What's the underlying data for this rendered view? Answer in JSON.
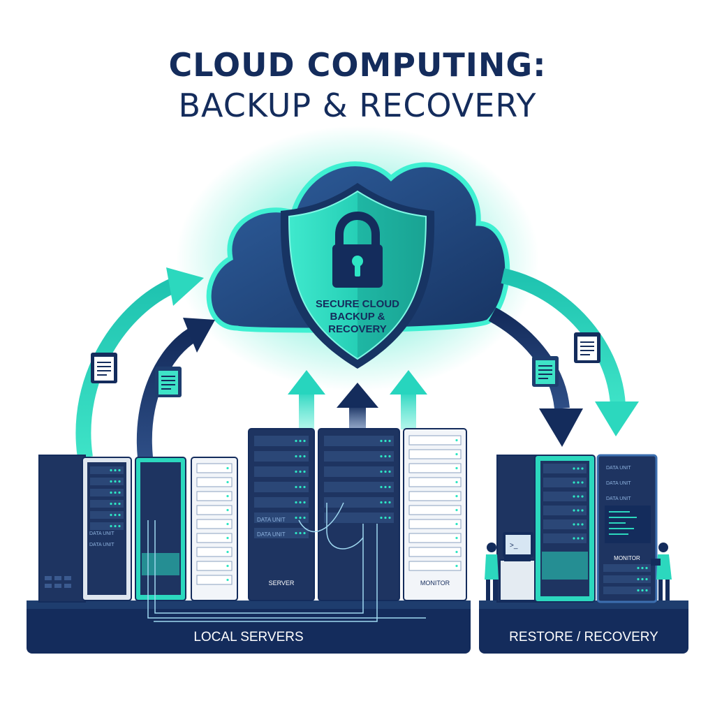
{
  "title": {
    "line1": "CLOUD COMPUTING:",
    "line2": "BACKUP & RECOVERY"
  },
  "cloud": {
    "shield_lines": [
      "SECURE CLOUD",
      "BACKUP &",
      "RECOVERY"
    ],
    "icon": "padlock-icon"
  },
  "local": {
    "label": "LOCAL SERVERS",
    "rack_labels": [
      "DATA UNIT",
      "DATA UNIT",
      "DATA UNIT",
      "DATA UNIT"
    ],
    "server_label": "SERVER",
    "monitor_label": "MONITOR"
  },
  "restore": {
    "label": "RESTORE / RECOVERY",
    "rack_labels": [
      "DATA UNIT",
      "DATA UNIT",
      "DATA UNIT"
    ],
    "monitor_label": "MONITOR"
  },
  "colors": {
    "navy": "#142c5c",
    "teal": "#2ee6c4",
    "aqua": "#33d6c2",
    "rack_dark": "#1e3461"
  }
}
